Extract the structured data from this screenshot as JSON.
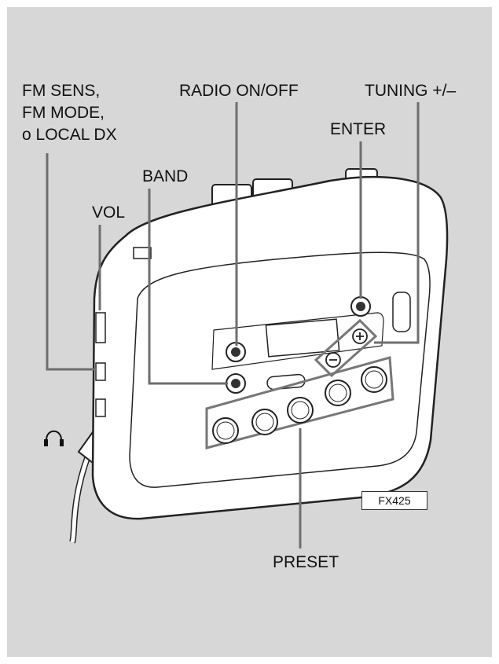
{
  "labels": {
    "fm_sens_line1": "FM SENS,",
    "fm_sens_line2": "FM MODE,",
    "fm_sens_line3": "o LOCAL DX",
    "radio_on_off": "RADIO ON/OFF",
    "tuning": "TUNING +/–",
    "enter": "ENTER",
    "band": "BAND",
    "vol": "VOL",
    "preset": "PRESET",
    "model": "FX425"
  },
  "icons": {
    "headphone": "headphone-icon"
  },
  "colors": {
    "background": "#d7d7d7",
    "leader_line": "#6e6e6e",
    "device_outline": "#222222",
    "device_fill": "#ffffff"
  }
}
